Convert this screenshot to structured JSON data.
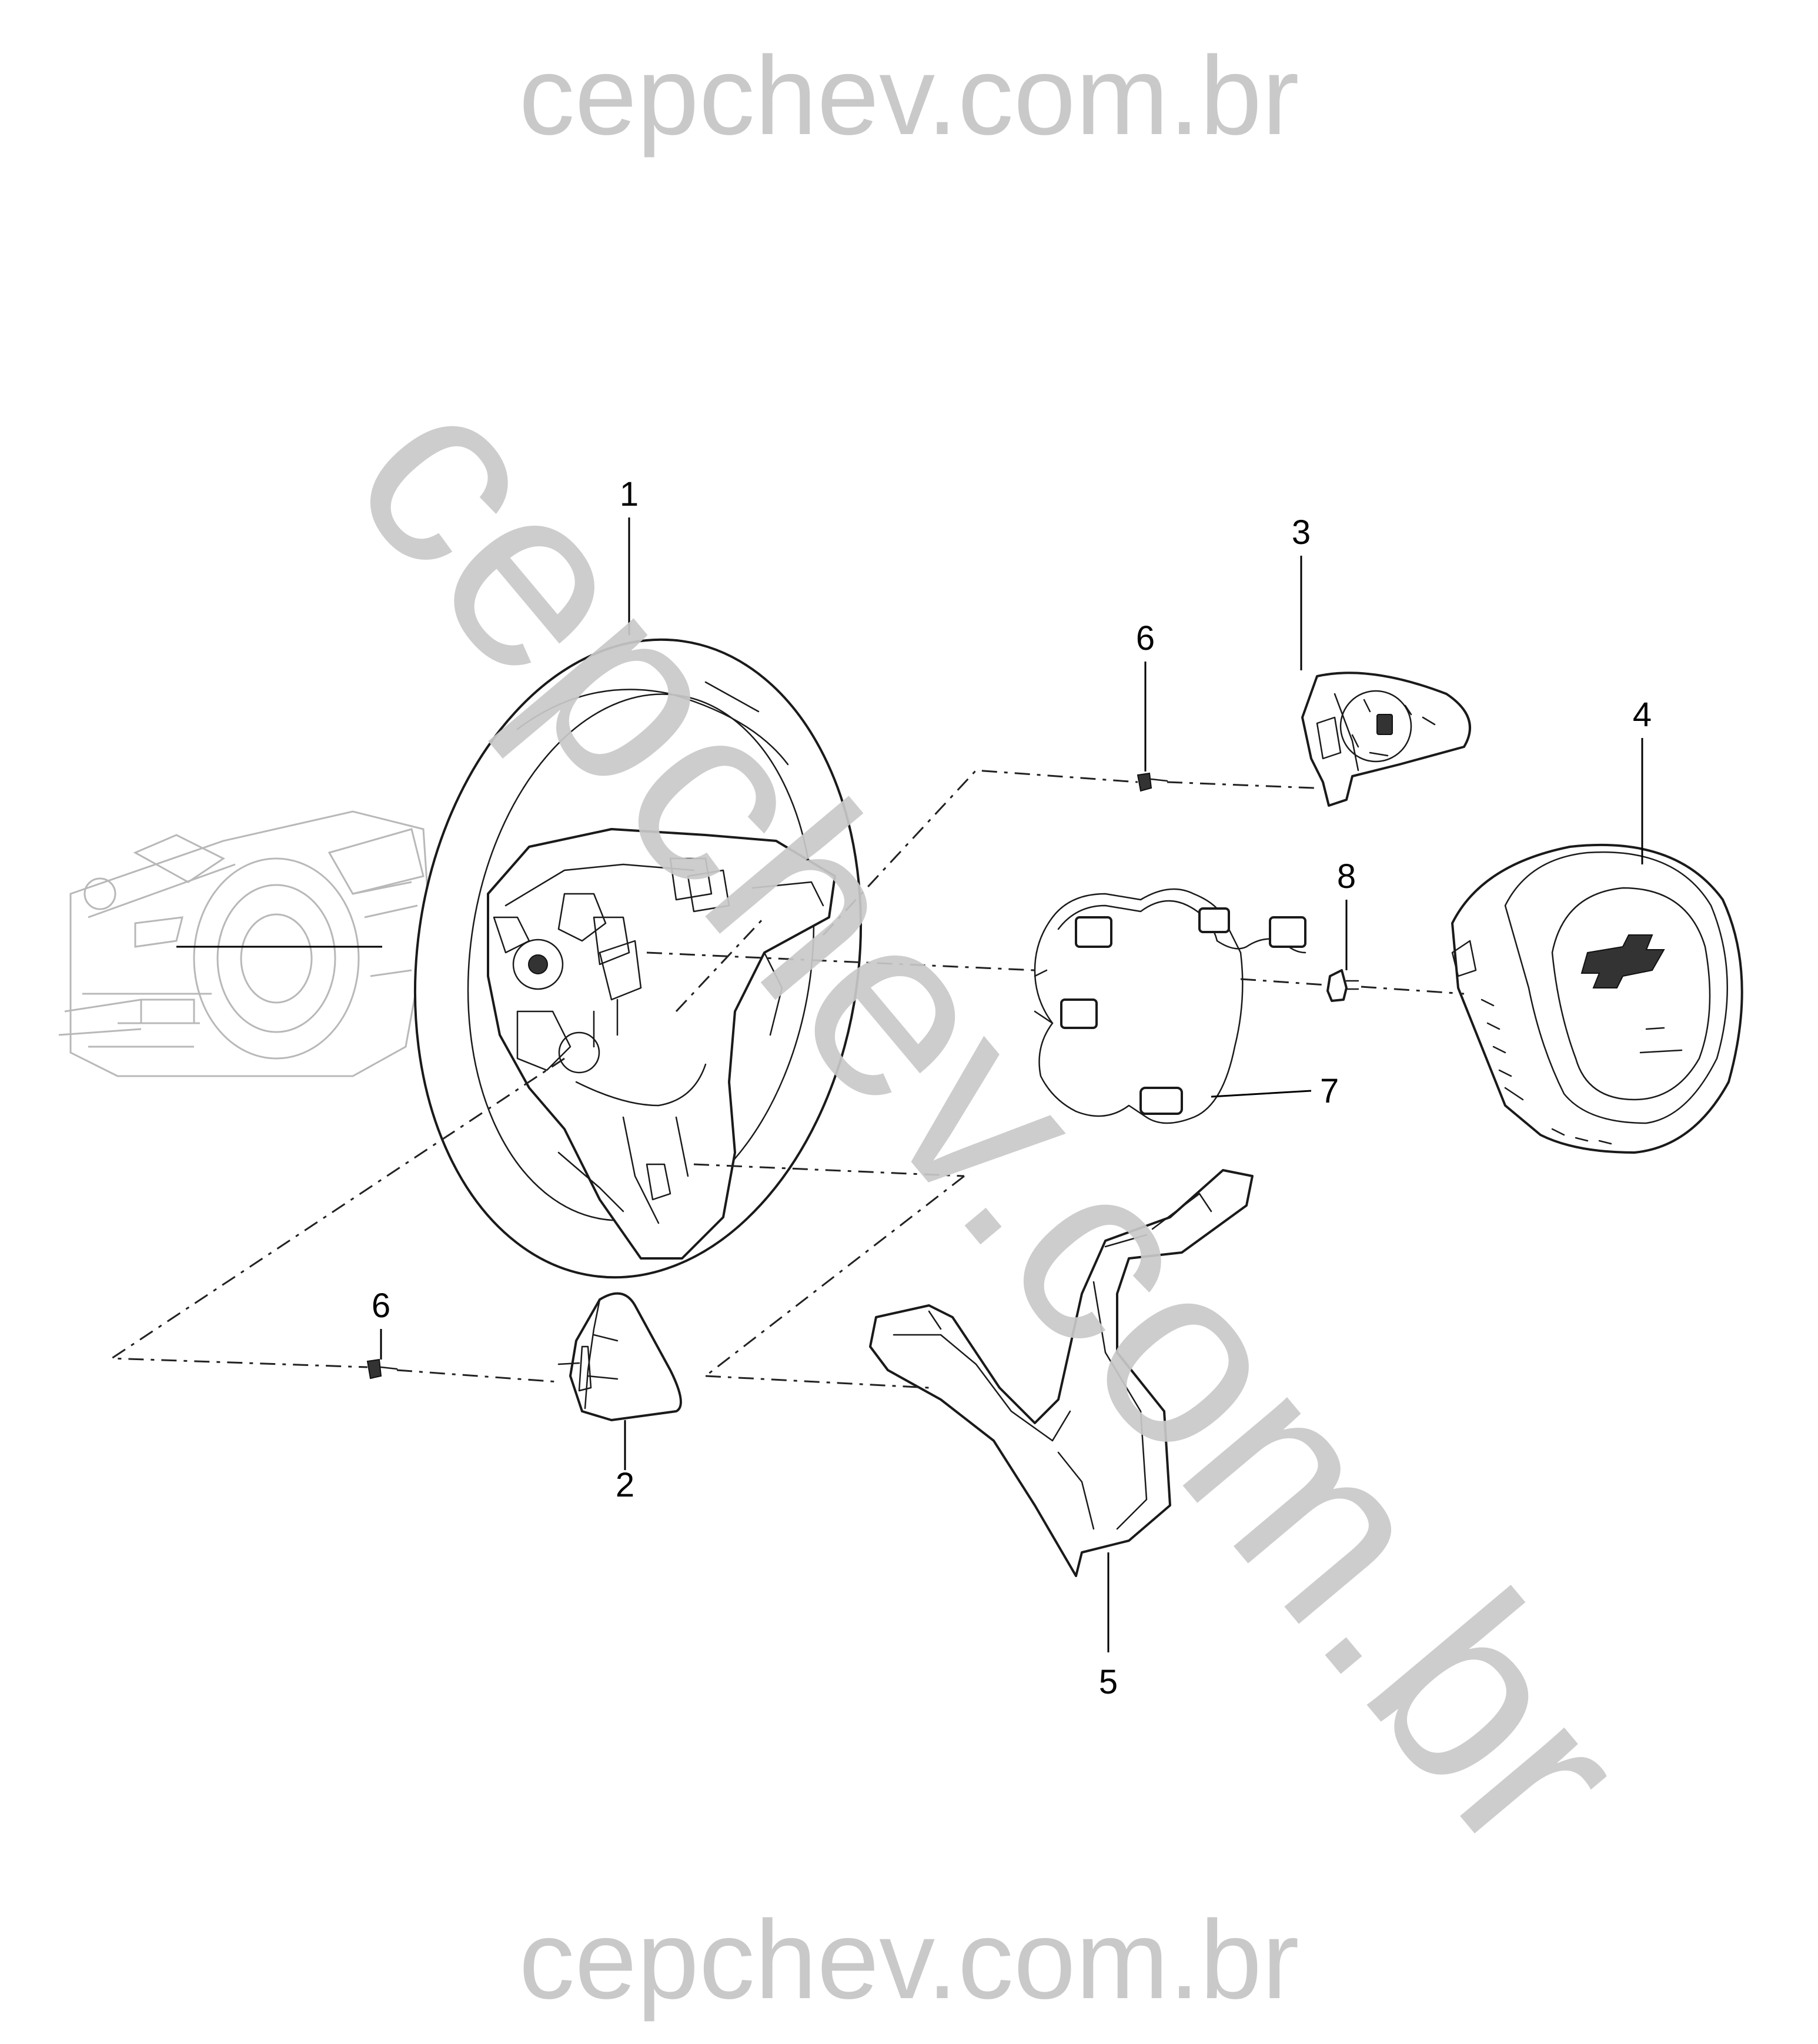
{
  "watermark": {
    "top": "cepchev.com.br",
    "diagonal": "cepchev.com.br",
    "bottom": "cepchev.com.br"
  },
  "callouts": {
    "c1": "1",
    "c2": "2",
    "c3": "3",
    "c4": "4",
    "c5": "5",
    "c6a": "6",
    "c6b": "6",
    "c7": "7",
    "c8": "8"
  },
  "colors": {
    "watermark": "#c9c9c9",
    "line": "#1a1a1a",
    "background": "#ffffff"
  }
}
